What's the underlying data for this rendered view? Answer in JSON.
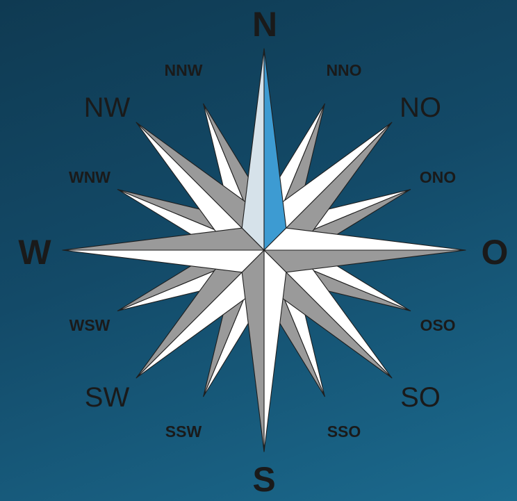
{
  "compass": {
    "cardinal": {
      "n": "N",
      "e": "O",
      "s": "S",
      "w": "W"
    },
    "intercardinal": {
      "ne": "NO",
      "se": "SO",
      "sw": "SW",
      "nw": "NW"
    },
    "secondary": {
      "nne": "NNO",
      "ene": "ONO",
      "ese": "OSO",
      "sse": "SSO",
      "ssw": "SSW",
      "wsw": "WSW",
      "wnw": "WNW",
      "nnw": "NNW"
    },
    "colors": {
      "light": "#ffffff",
      "shade": "#9a9a9a",
      "north_light": "#d6e2ea",
      "north_shade": "#3d9bd2",
      "outline": "#1e1e1e"
    }
  }
}
